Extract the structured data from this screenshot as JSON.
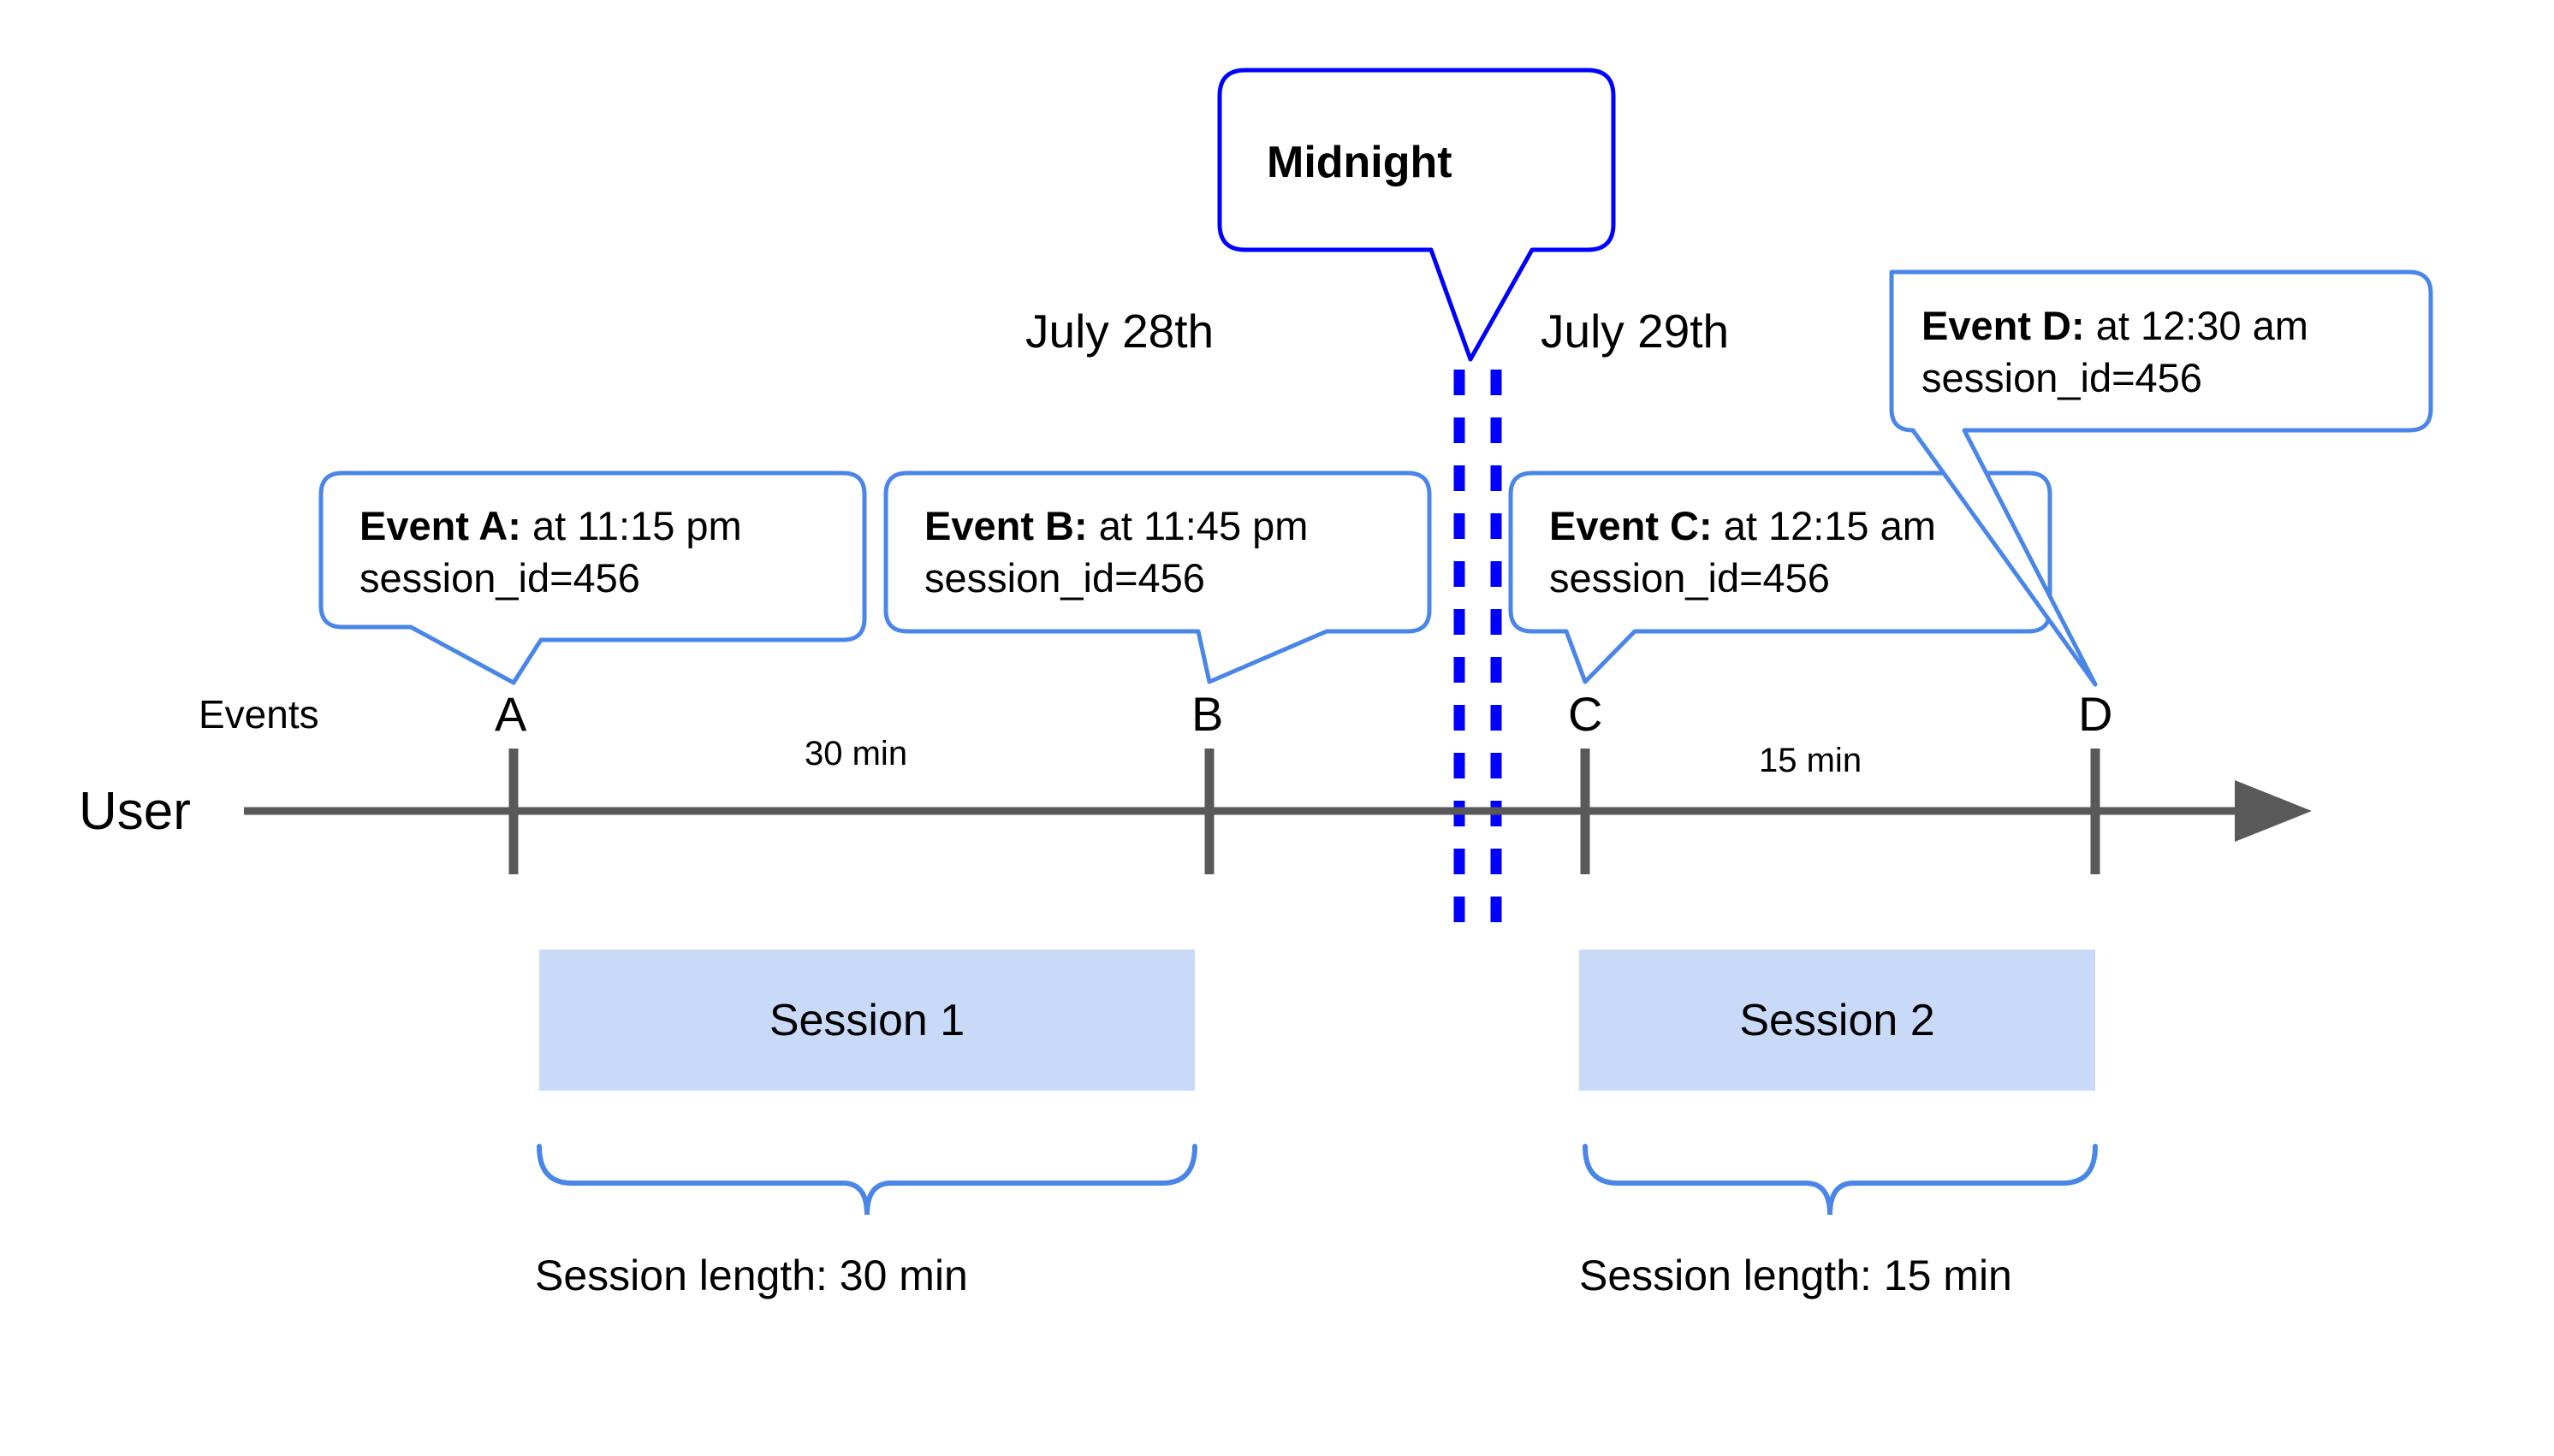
{
  "diagram": {
    "title_callout": {
      "label": "Midnight"
    },
    "axis": {
      "lane_label": "User",
      "events_label": "Events",
      "arrow_direction": "right"
    },
    "dates": [
      {
        "label": "July 28th"
      },
      {
        "label": "July 29th"
      }
    ],
    "events": [
      {
        "letter": "A",
        "title": "Event A:",
        "time": " at 11:15 pm",
        "attribute": "session_id=456"
      },
      {
        "letter": "B",
        "title": "Event B:",
        "time": " at 11:45 pm",
        "attribute": "session_id=456"
      },
      {
        "letter": "C",
        "title": "Event C:",
        "time": " at 12:15 am",
        "attribute": "session_id=456"
      },
      {
        "letter": "D",
        "title": "Event D:",
        "time": " at 12:30 am",
        "attribute": "session_id=456"
      }
    ],
    "gaps": [
      {
        "label": "30 min"
      },
      {
        "label": "15 min"
      }
    ],
    "sessions": [
      {
        "name": "Session 1",
        "length_label": "Session length: 30 min"
      },
      {
        "name": "Session 2",
        "length_label": "Session length: 15 min"
      }
    ],
    "colors": {
      "callout_border": "#4a86e8",
      "midnight_border": "#0000ff",
      "midnight_dash": "#0000ff",
      "axis": "#595959",
      "session_fill": "#c9daf8",
      "brace": "#4a86e8",
      "text": "#000000"
    }
  }
}
